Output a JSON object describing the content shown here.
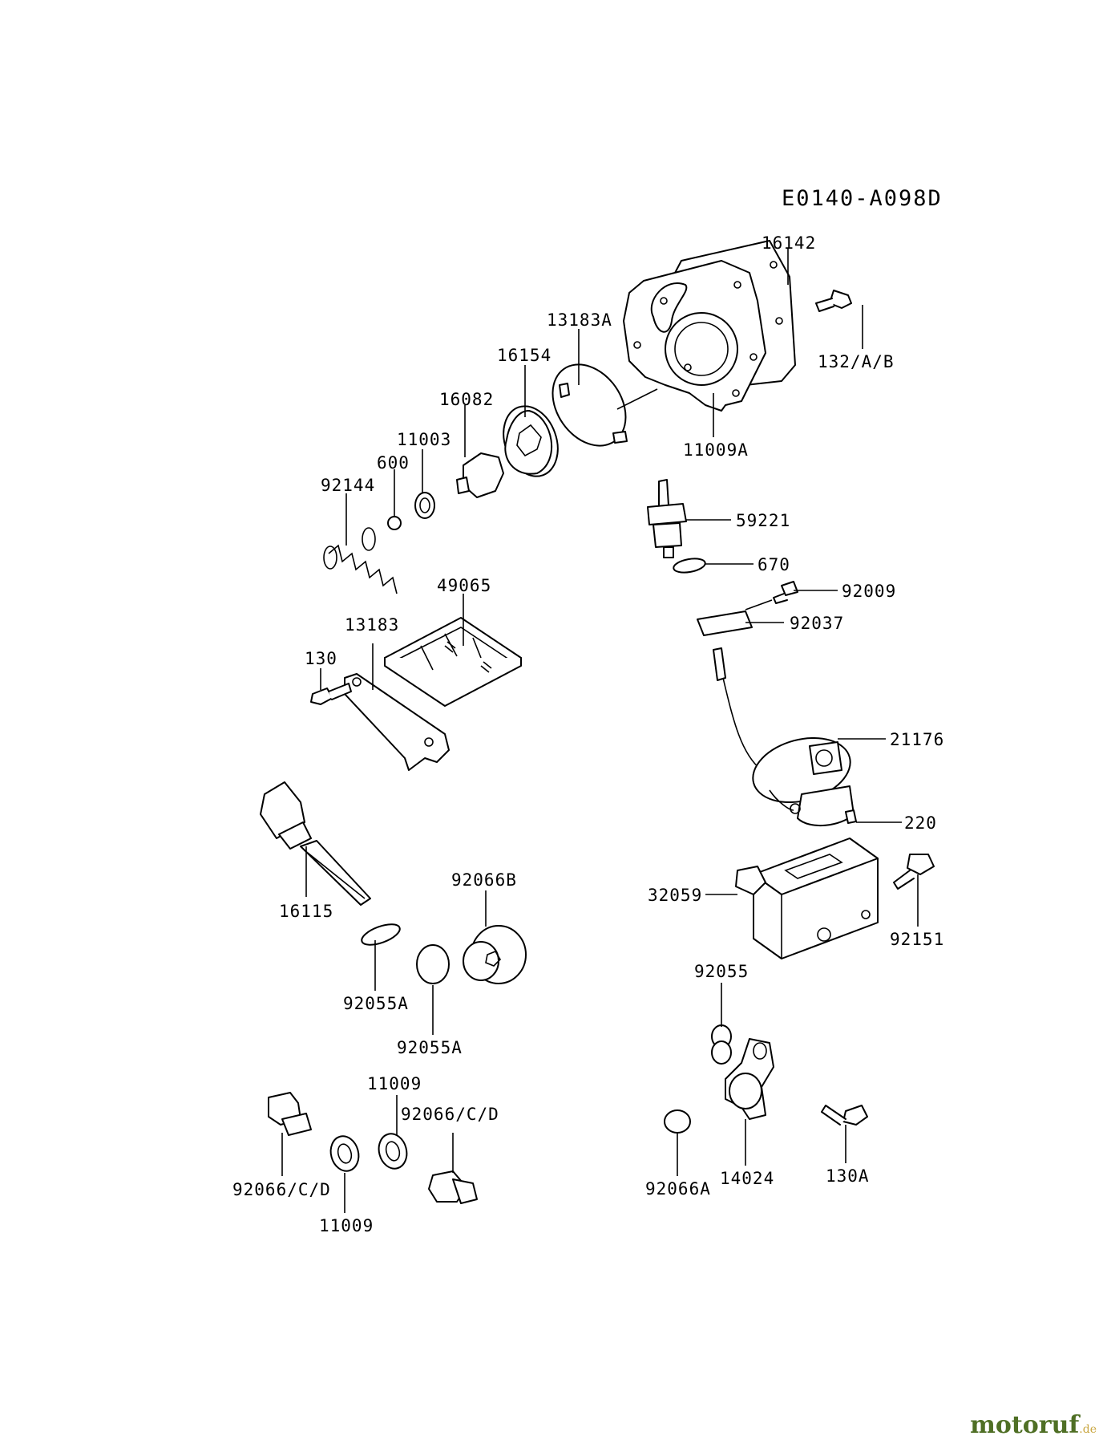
{
  "diagram_code": "E0140-A098D",
  "watermark": {
    "brand": "motoruf",
    "tld": ".de"
  },
  "parts": [
    {
      "id": "p16142",
      "label": "16142"
    },
    {
      "id": "p132ab",
      "label": "132/A/B"
    },
    {
      "id": "p13183a",
      "label": "13183A"
    },
    {
      "id": "p16154",
      "label": "16154"
    },
    {
      "id": "p16082",
      "label": "16082"
    },
    {
      "id": "p11003",
      "label": "11003"
    },
    {
      "id": "p600",
      "label": "600"
    },
    {
      "id": "p92144",
      "label": "92144"
    },
    {
      "id": "p11009a",
      "label": "11009A"
    },
    {
      "id": "p59221",
      "label": "59221"
    },
    {
      "id": "p670",
      "label": "670"
    },
    {
      "id": "p92009",
      "label": "92009"
    },
    {
      "id": "p92037",
      "label": "92037"
    },
    {
      "id": "p49065",
      "label": "49065"
    },
    {
      "id": "p13183",
      "label": "13183"
    },
    {
      "id": "p130",
      "label": "130"
    },
    {
      "id": "p21176",
      "label": "21176"
    },
    {
      "id": "p220",
      "label": "220"
    },
    {
      "id": "p16115",
      "label": "16115"
    },
    {
      "id": "p92066b",
      "label": "92066B"
    },
    {
      "id": "p32059",
      "label": "32059"
    },
    {
      "id": "p92151",
      "label": "92151"
    },
    {
      "id": "p92055a1",
      "label": "92055A"
    },
    {
      "id": "p92055a2",
      "label": "92055A"
    },
    {
      "id": "p92055",
      "label": "92055"
    },
    {
      "id": "p11009t",
      "label": "11009"
    },
    {
      "id": "p92066cd1",
      "label": "92066/C/D"
    },
    {
      "id": "p92066cd2",
      "label": "92066/C/D"
    },
    {
      "id": "p11009b",
      "label": "11009"
    },
    {
      "id": "p92066a",
      "label": "92066A"
    },
    {
      "id": "p14024",
      "label": "14024"
    },
    {
      "id": "p130a",
      "label": "130A"
    }
  ]
}
